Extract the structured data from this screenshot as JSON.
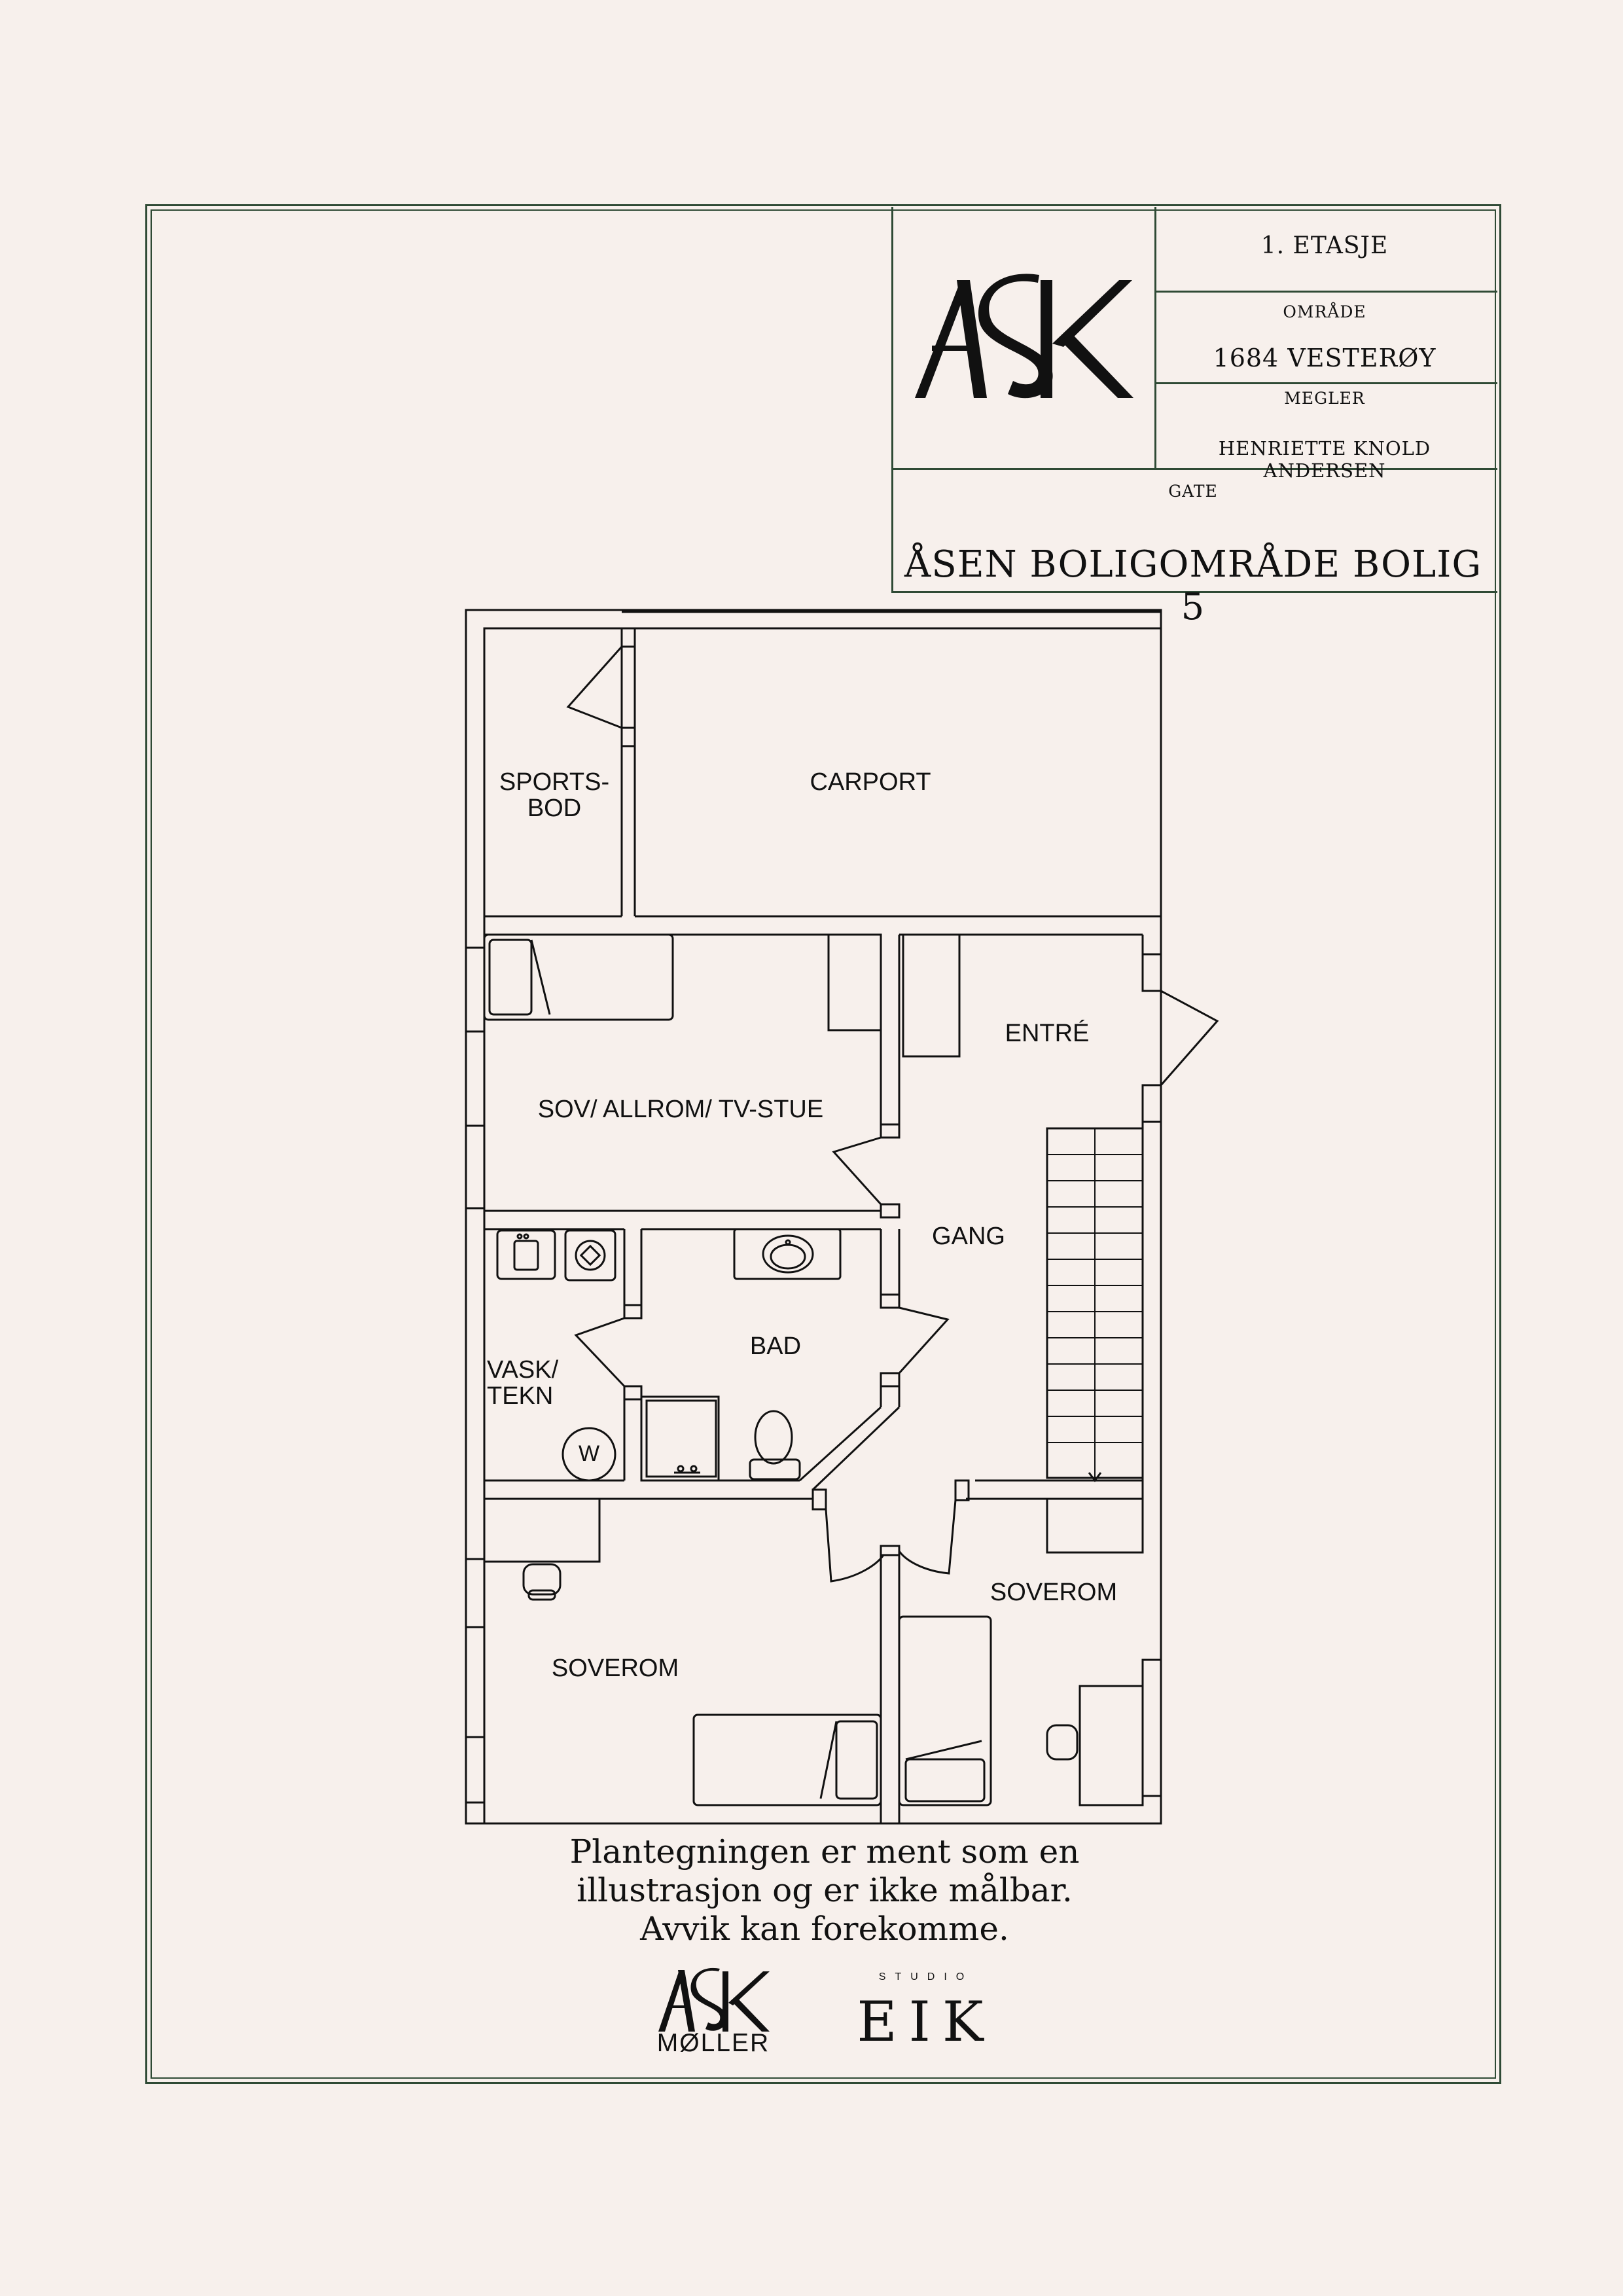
{
  "title_block": {
    "logo_text": "ASK",
    "floor": "1. ETASJE",
    "area_label": "OMRÅDE",
    "area": "1684 VESTERØY",
    "broker_label": "MEGLER",
    "broker": "HENRIETTE KNOLD ANDERSEN",
    "street_label": "GATE",
    "address": "ÅSEN BOLIGOMRÅDE BOLIG 5"
  },
  "rooms": {
    "sportsbod": "SPORTS-\nBOD",
    "carport": "CARPORT",
    "entre": "ENTRÉ",
    "sov_allrom": "SOV/ ALLROM/ TV-STUE",
    "gang": "GANG",
    "bad": "BAD",
    "vask_tekn": "VASK/\nTEKN",
    "washer": "W",
    "soverom_left": "SOVEROM",
    "soverom_right": "SOVEROM"
  },
  "footer": {
    "disclaimer_1": "Plantegningen er ment som en",
    "disclaimer_2": "illustrasjon og er ikke målbar.",
    "disclaimer_3": "Avvik kan forekomme.",
    "logo_ask": "ASK",
    "logo_moller": "MØLLER",
    "studio": "STUDIO",
    "eik": "EIK"
  },
  "colors": {
    "background": "#f7f0ec",
    "frame": "#2f4a35",
    "ink": "#111111"
  }
}
